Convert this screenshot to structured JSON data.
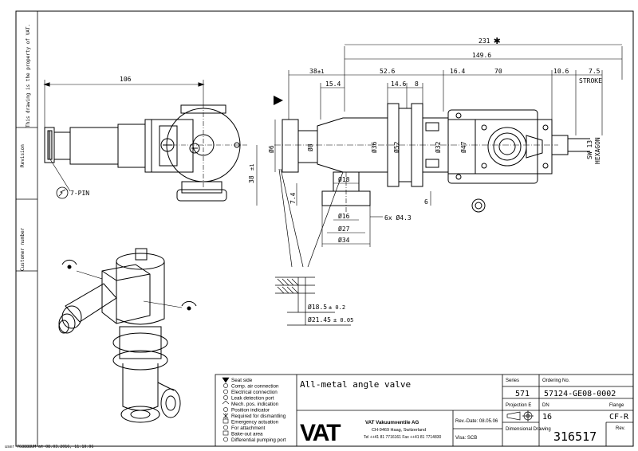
{
  "side_panel": {
    "property_notice": "This drawing is the property of VAT.",
    "revision_label": "Revision",
    "customer_number_label": "Customer number"
  },
  "footer_user_line": "user 768888UM at 08.03.2016, 11:10:06",
  "dimensions": {
    "d106": "106",
    "d231": "231",
    "asterisk": "✱",
    "d149_6": "149.6",
    "d38": "38",
    "d38_tol": "±1",
    "d52_6": "52.6",
    "d16_4": "16.4",
    "d70": "70",
    "d10_6": "10.6",
    "d7_5": "7.5",
    "stroke": "STROKE",
    "d15_4": "15.4",
    "d14_6": "14.6",
    "d8": "8",
    "phi6": "Ø6",
    "phi8": "Ø8",
    "phi36": "Ø36",
    "phi52": "Ø52",
    "phi32": "Ø32",
    "phi47": "Ø47",
    "sw13": "SW 13",
    "hexagon": "HEXAGON",
    "d38v": "38",
    "d38v_tol": "±1",
    "phi18": "Ø18",
    "d7_4": "7.4",
    "d6": "6",
    "phi16": "Ø16",
    "holes": "6x Ø4.3",
    "phi27": "Ø27",
    "phi34": "Ø34",
    "pin": "7-PIN",
    "phi18_5": "Ø18.5",
    "phi18_5_tol": "± 0.2",
    "phi21_45": "Ø21.45",
    "phi21_45_tol": "± 0.05"
  },
  "legend": [
    "Seat side",
    "Comp. air connection",
    "Electrical connection",
    "Leak detection port",
    "Mech. pos. indication",
    "Position indicator",
    "Required for dismantling",
    "Emergency actuation",
    "For attachment",
    "Bake-out area",
    "Differential pumping port"
  ],
  "title_block": {
    "description": "All-metal angle valve",
    "series_label": "Series",
    "series_value": "571",
    "ordering_label": "Ordering No.",
    "ordering_value": "57124-GE08-0002",
    "projection_label": "Projection E",
    "dn_label": "DN",
    "dn_value": "16",
    "flange_label": "Flange",
    "flange_value": "CF-R",
    "company_logo": "VAT",
    "company_name": "VAT Vakuumventile AG",
    "company_address": "CH-9469 Haag, Switzerland",
    "company_phone": "Tel ++41 81 7716161 Fax ++41 81 7714830",
    "rev_date": "Rev.-Date: 08.05.06",
    "visa": "Visa: SCB",
    "dimensional_drawing": "Dimensional Drawing",
    "drawing_number": "316517",
    "rev_label": "Rev."
  }
}
